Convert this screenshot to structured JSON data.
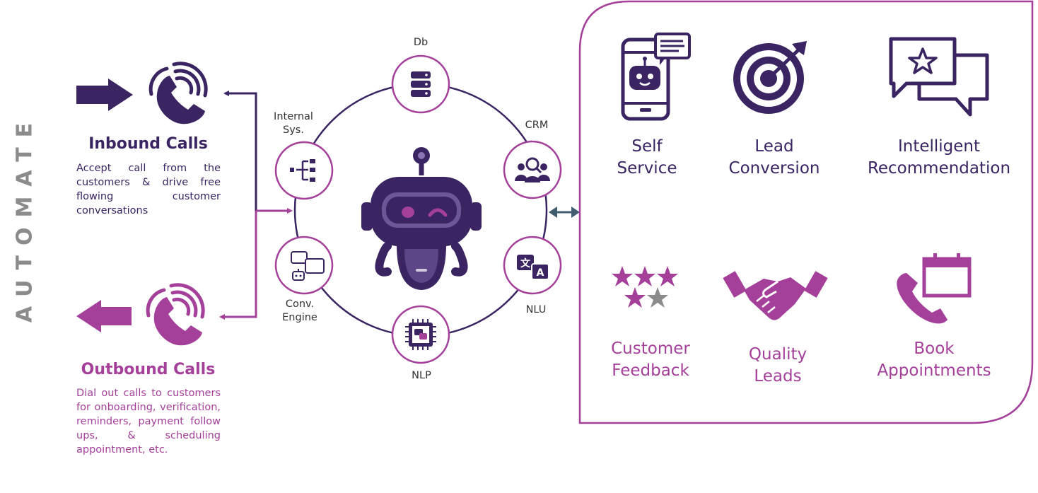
{
  "side_label": "AUTOMATE",
  "inbound": {
    "title": "Inbound Calls",
    "description": "Accept call from the customers & drive free flowing customer conversations"
  },
  "outbound": {
    "title": "Outbound Calls",
    "description": "Dial out calls to customers for onboarding, verification, reminders, payment follow ups, & scheduling appointment, etc."
  },
  "hub_nodes": {
    "db": "Db",
    "crm": "CRM",
    "internal_sys": "Internal Sys.",
    "conv_engine": "Conv. Engine",
    "nlu": "NLU",
    "nlp": "NLP"
  },
  "features": {
    "self_service": "Self Service",
    "lead_conversion": "Lead Conversion",
    "intelligent_recommendation": "Intelligent Recommendation",
    "customer_feedback": "Customer Feedback",
    "quality_leads": "Quality Leads",
    "book_appointments": "Book Appointments"
  },
  "colors": {
    "dark_purple": "#3a2462",
    "magenta": "#a5409a",
    "gray": "#8b8b8b",
    "teal_arrow": "#3f5d6e"
  },
  "icons": [
    "arrow-right-icon",
    "arrow-left-icon",
    "phone-icon",
    "database-icon",
    "crm-people-icon",
    "org-tree-icon",
    "chat-bot-icon",
    "translate-icon",
    "chip-icon",
    "robot-icon",
    "mobile-bot-icon",
    "target-icon",
    "star-chat-icon",
    "stars-rating-icon",
    "handshake-icon",
    "calendar-phone-icon"
  ]
}
